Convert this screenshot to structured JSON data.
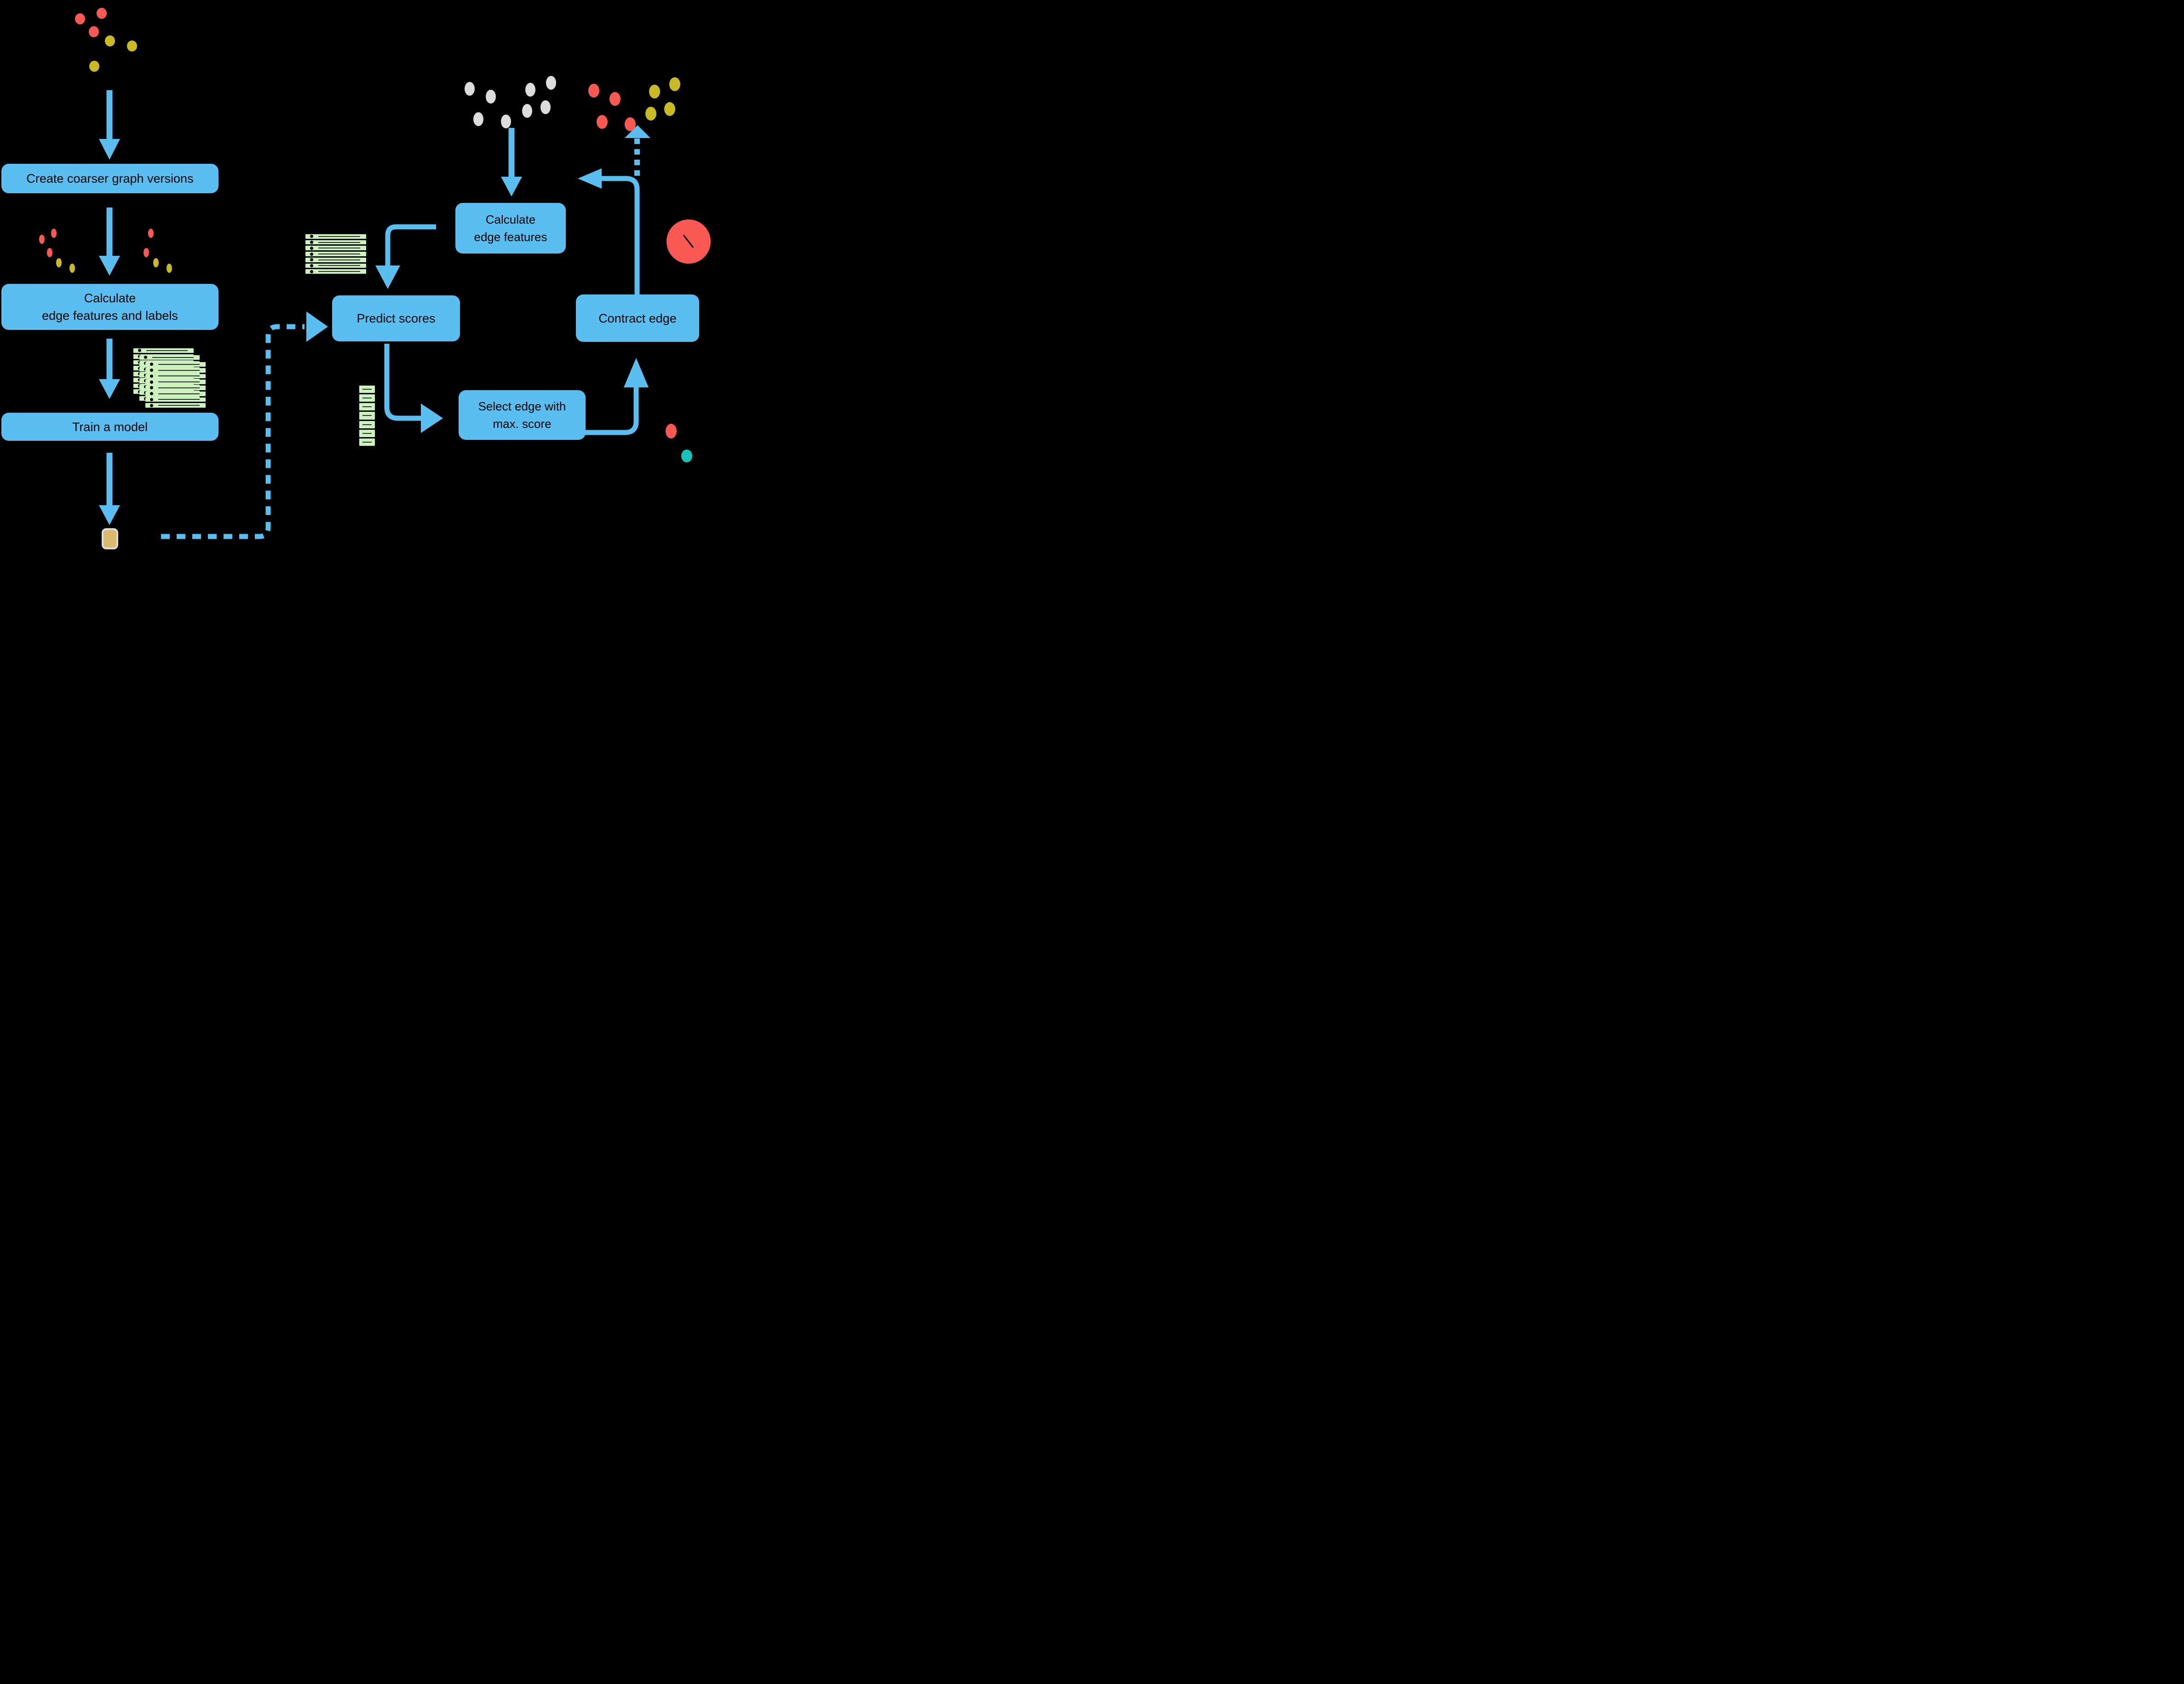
{
  "palette": {
    "blue": "#5BBEF0",
    "red": "#FA5852",
    "yellow": "#C9BA25",
    "gray": "#DCDCDC",
    "green": "#CBF2BD",
    "tan": "#D9BA6E",
    "teal": "#15C1BC",
    "black": "#000000"
  },
  "boxes": {
    "create_coarser": "Create coarser graph versions",
    "calc_features_labels": "Calculate\nedge features and labels",
    "train_model": "Train a model",
    "predict_scores": "Predict scores",
    "calc_edge_features": "Calculate\nedge features",
    "select_edge": "Select edge with\nmax. score",
    "contract_edge": "Contract edge"
  },
  "graphs": {
    "input_graph": {
      "rx": 11,
      "ry": 12,
      "nodes": [
        [
          174,
          41,
          "red"
        ],
        [
          221,
          29,
          "red"
        ],
        [
          204,
          69,
          "red"
        ],
        [
          239,
          89,
          "yellow"
        ],
        [
          287,
          100,
          "yellow"
        ],
        [
          205,
          144,
          "yellow"
        ]
      ]
    },
    "coarse_left": {
      "rx": 6,
      "ry": 10,
      "nodes": [
        [
          91,
          520,
          "red"
        ],
        [
          117,
          507,
          "red"
        ],
        [
          108,
          549,
          "red"
        ],
        [
          128,
          571,
          "yellow"
        ],
        [
          157,
          583,
          "yellow"
        ],
        [
          108,
          630,
          "yellow"
        ]
      ]
    },
    "coarse_right": {
      "rx": 6,
      "ry": 10,
      "nodes": [
        [
          328,
          507,
          "red"
        ],
        [
          318,
          549,
          "red"
        ],
        [
          339,
          571,
          "yellow"
        ],
        [
          368,
          583,
          "yellow"
        ],
        [
          318,
          643,
          "red"
        ],
        [
          344,
          670,
          "yellow"
        ]
      ]
    },
    "inference_input": {
      "rx": 11,
      "ry": 15,
      "nodes": [
        [
          1021,
          193,
          "gray"
        ],
        [
          1067,
          210,
          "gray"
        ],
        [
          1040,
          259,
          "gray"
        ],
        [
          1100,
          264,
          "gray"
        ],
        [
          1153,
          195,
          "gray"
        ],
        [
          1198,
          180,
          "gray"
        ],
        [
          1146,
          241,
          "gray"
        ],
        [
          1186,
          233,
          "gray"
        ]
      ]
    },
    "inference_output": {
      "rx": 12,
      "ry": 15,
      "nodes": [
        [
          1291,
          197,
          "red"
        ],
        [
          1337,
          215,
          "red"
        ],
        [
          1309,
          265,
          "red"
        ],
        [
          1370,
          270,
          "red"
        ],
        [
          1423,
          199,
          "yellow"
        ],
        [
          1467,
          183,
          "yellow"
        ],
        [
          1415,
          247,
          "yellow"
        ],
        [
          1456,
          237,
          "yellow"
        ]
      ]
    },
    "merged_nodes": {
      "rx": 12,
      "ry": 15,
      "nodes": [
        [
          1459,
          937,
          "red",
          12,
          16
        ],
        [
          1493,
          991,
          "teal",
          12,
          14
        ]
      ]
    }
  },
  "tables": {
    "feature_stack": {
      "rows": 8,
      "card": [
        131,
        99
      ],
      "offsets": [
        [
          290,
          757
        ],
        [
          303,
          772
        ],
        [
          316,
          787
        ]
      ],
      "style": "bullet-line"
    },
    "edge_features": {
      "rows": 7,
      "card": [
        132,
        86
      ],
      "offsets": [
        [
          664,
          509
        ]
      ],
      "style": "bullet-line"
    },
    "score_column": {
      "rows": 7,
      "card": [
        34,
        131
      ],
      "offsets": [
        [
          781,
          838
        ]
      ],
      "style": "line-only"
    }
  },
  "icons": {
    "model_icon": "trained-model",
    "contracted_node_icon": "contracted-edge-node"
  }
}
